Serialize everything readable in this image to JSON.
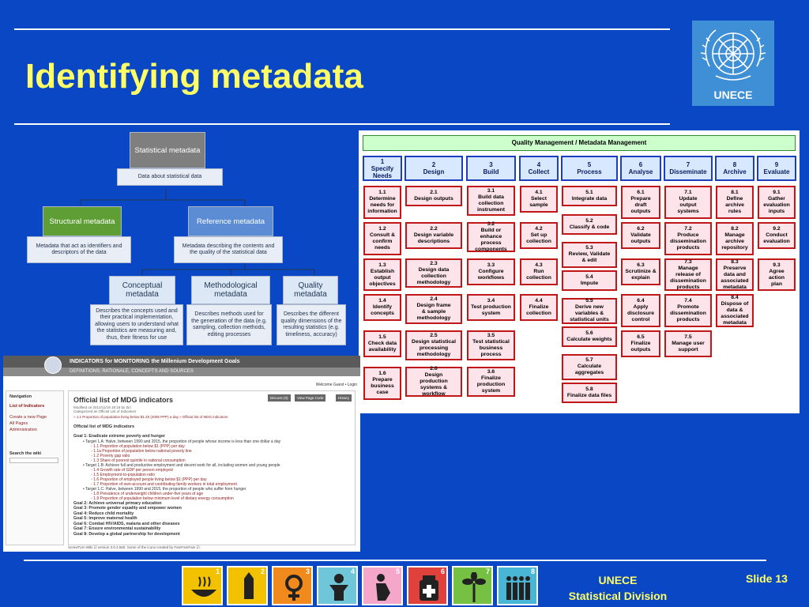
{
  "slide": {
    "title": "Identifying metadata",
    "logo_text": "UNECE",
    "footer_org_line1": "UNECE",
    "footer_org_line2": "Statistical Division",
    "slide_number": "Slide 13"
  },
  "metadata_diagram": {
    "root": {
      "title": "Statistical metadata",
      "desc": "Data about statistical data"
    },
    "structural": {
      "title": "Structural metadata",
      "desc": "Metadata that act as identifiers and descriptors of the data"
    },
    "reference": {
      "title": "Reference metadata",
      "desc": "Metadata describing the contents and the quality of the statistical data"
    },
    "conceptual": {
      "title": "Conceptual metadata",
      "desc": "Describes the concepts used and their practical implementation, allowing users to understand what the statistics are measuring and, thus, their fitness for use"
    },
    "methodological": {
      "title": "Methodological metadata",
      "desc": "Describes methods used for the generation of the data (e.g. sampling, collection methods, editing processes"
    },
    "quality": {
      "title": "Quality metadata",
      "desc": "Describes the different quality dimensions of the resulting statistics (e.g. timeliness, accuracy)"
    }
  },
  "gsbpm": {
    "banner": "Quality Management / Metadata Management",
    "phases": [
      {
        "label": "1\nSpecify\nNeeds",
        "subs": [
          "1.1\nDetermine\nneeds for\ninformation",
          "1.2\nConsult &\nconfirm\nneeds",
          "1.3\nEstablish\noutput\nobjectives",
          "1.4\nIdentify\nconcepts",
          "1.5\nCheck data\navailability",
          "1.6\nPrepare\nbusiness\ncase"
        ]
      },
      {
        "label": "2\nDesign",
        "subs": [
          "2.1\nDesign outputs",
          "2.2\nDesign variable\ndescriptions",
          "2.3\nDesign data\ncollection\nmethodology",
          "2.4\nDesign frame\n& sample\nmethodology",
          "2.5\nDesign statistical\nprocessing\nmethodology",
          "2.6\nDesign\nproduction\nsystems &\nworkflow"
        ]
      },
      {
        "label": "3\nBuild",
        "subs": [
          "3.1\nBuild data\ncollection\ninstrument",
          "3.2\nBuild or\nenhance\nprocess\ncomponents",
          "3.3\nConfigure\nworkflows",
          "3.4\nTest production\nsystem",
          "3.5\nTest statistical\nbusiness\nprocess",
          "3.6\nFinalize\nproduction\nsystem"
        ]
      },
      {
        "label": "4\nCollect",
        "subs": [
          "4.1\nSelect\nsample",
          "4.2\nSet up\ncollection",
          "4.3\nRun\ncollection",
          "4.4\nFinalize\ncollection"
        ]
      },
      {
        "label": "5\nProcess",
        "subs": [
          "5.1\nIntegrate data",
          "5.2\nClassify & code",
          "5.3\nReview, Validate\n& edit",
          "5.4\nImpute",
          "5.5\nDerive new\nvariables &\nstatistical units",
          "5.6\nCalculate weights",
          "5.7\nCalculate\naggregates",
          "5.8\nFinalize data files"
        ]
      },
      {
        "label": "6\nAnalyse",
        "subs": [
          "6.1\nPrepare\ndraft\noutputs",
          "6.2\nValidate\noutputs",
          "6.3\nScrutinize &\nexplain",
          "6.4\nApply\ndisclosure\ncontrol",
          "6.5\nFinalize\noutputs"
        ]
      },
      {
        "label": "7\nDisseminate",
        "subs": [
          "7.1\nUpdate\noutput\nsystems",
          "7.2\nProduce\ndissemination\nproducts",
          "7.3\nManage\nrelease of\ndissemination\nproducts",
          "7.4\nPromote\ndissemination\nproducts",
          "7.5\nManage user\nsupport"
        ]
      },
      {
        "label": "8\nArchive",
        "subs": [
          "8.1\nDefine\narchive\nrules",
          "8.2\nManage\narchive\nrepository",
          "8.3\nPreserve\ndata and\nassociated\nmetadata",
          "8.4\nDispose of\ndata &\nassociated\nmetadata"
        ]
      },
      {
        "label": "9\nEvaluate",
        "subs": [
          "9.1\nGather\nevaluation\ninputs",
          "9.2\nConduct\nevaluation",
          "9.3\nAgree\naction\nplan"
        ]
      }
    ]
  },
  "wiki": {
    "header": "INDICATORS for MONITORING the Millenium Development Goals",
    "subheader": "DEFINITIONS, RATIONALE, CONCEPTS AND SOURCES",
    "welcome": "Welcome Guest • Login",
    "nav_title": "Navigation",
    "nav_items": [
      "List of Indicators",
      "Create a new Page",
      "All Pages",
      "Administration"
    ],
    "search_label": "Search the wiki",
    "page_title": "Official list of MDG indicators",
    "buttons": [
      "Discuss (0)",
      "View Page Code",
      "History"
    ],
    "modified": "Modified on 2012/11/19 19:16 by Zin",
    "categorized": "Categorized as Official List of Indicators",
    "breadcrumb": "» 1.1 Proportion of population living below $1.25 (2005 PPP) a day » Official list of MDG indicators",
    "subtitle": "Official list of MDG indicators",
    "lines": [
      {
        "k": "g",
        "text": "Goal 1: Eradicate extreme poverty and hunger"
      },
      {
        "k": "t",
        "text": "• Target 1.A: Halve, between 1990 and 2015, the proportion of people whose income is less than one dollar a day"
      },
      {
        "k": "i",
        "text": "◦ 1.1 Proportion of population below $1 (PPP) per day"
      },
      {
        "k": "i",
        "text": "◦ 1.1a Proportion of population below national poverty line"
      },
      {
        "k": "i",
        "text": "◦ 1.2 Poverty gap ratio"
      },
      {
        "k": "i",
        "text": "◦ 1.3 Share of poorest quintile in national consumption"
      },
      {
        "k": "t",
        "text": "• Target 1.B: Achieve full and productive employment and decent work for all, including women and young people"
      },
      {
        "k": "i",
        "text": "◦ 1.4 Growth rate of GDP per person employed"
      },
      {
        "k": "i",
        "text": "◦ 1.5 Employment-to-population ratio"
      },
      {
        "k": "i",
        "text": "◦ 1.6 Proportion of employed people living below $1 (PPP) per day"
      },
      {
        "k": "i",
        "text": "◦ 1.7 Proportion of own-account and contributing family workers in total employment"
      },
      {
        "k": "t",
        "text": "• Target 1.C: Halve, between 1990 and 2015, the proportion of people who suffer from hunger"
      },
      {
        "k": "i",
        "text": "◦ 1.8 Prevalence of underweight children under-five years of age"
      },
      {
        "k": "i",
        "text": "◦ 1.9 Proportion of population below minimum level of dietary energy consumption"
      },
      {
        "k": "g",
        "text": "Goal 2: Achieve universal primary education"
      },
      {
        "k": "g",
        "text": "Goal 3: Promote gender equality and empower women"
      },
      {
        "k": "g",
        "text": "Goal 4: Reduce child mortality"
      },
      {
        "k": "g",
        "text": "Goal 5: Improve maternal health"
      },
      {
        "k": "g",
        "text": "Goal 6: Combat HIV/AIDS, malaria and other diseases"
      },
      {
        "k": "g",
        "text": "Goal 7: Ensure environmental sustainability"
      },
      {
        "k": "g",
        "text": "Goal 8: Develop a global partnership for development"
      }
    ],
    "footer": "ScrewTurn Wiki ☑ version 3.0.4.560. Some of the icons created by FamFamFam ☑."
  },
  "goals": [
    {
      "num": "1",
      "color": "#f2c200",
      "icon": "bowl-icon"
    },
    {
      "num": "2",
      "color": "#f2c200",
      "icon": "pencil-icon"
    },
    {
      "num": "3",
      "color": "#f08a1c",
      "icon": "female-symbol-icon"
    },
    {
      "num": "4",
      "color": "#6ec6d8",
      "icon": "child-icon"
    },
    {
      "num": "5",
      "color": "#f4a7c8",
      "icon": "mother-icon"
    },
    {
      "num": "6",
      "color": "#e0413a",
      "icon": "medicine-icon"
    },
    {
      "num": "7",
      "color": "#76c043",
      "icon": "plant-icon"
    },
    {
      "num": "8",
      "color": "#49b6d6",
      "icon": "people-group-icon"
    }
  ]
}
